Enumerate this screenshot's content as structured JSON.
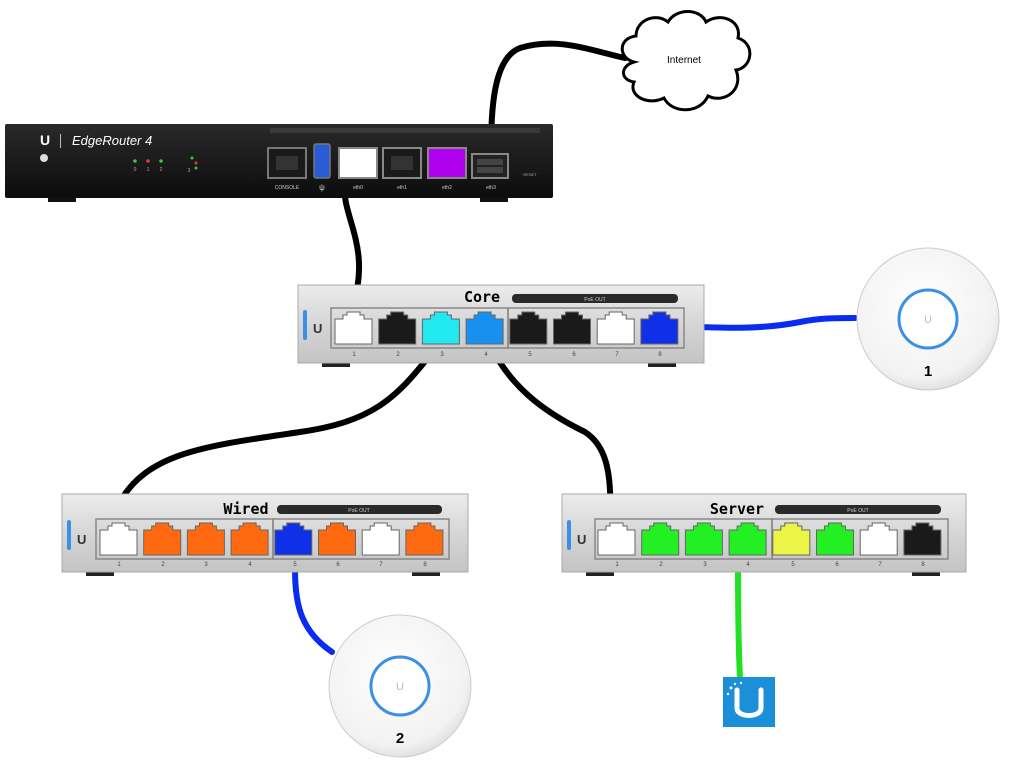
{
  "cloud": {
    "label": "Internet"
  },
  "router": {
    "brand": "EdgeRouter",
    "model_suffix": "4",
    "console_label": "CONSOLE",
    "ports": [
      "eth0",
      "eth1",
      "eth2",
      "eth3"
    ],
    "reset_label": "RESET",
    "led_labels": [
      "0",
      "1",
      "2",
      "3"
    ]
  },
  "switches": {
    "core": {
      "name": "Core",
      "poe_label": "PoE OUT",
      "port_numbers": [
        "1",
        "2",
        "3",
        "4",
        "5",
        "6",
        "7",
        "8"
      ]
    },
    "wired": {
      "name": "Wired",
      "poe_label": "PoE OUT",
      "port_numbers": [
        "1",
        "2",
        "3",
        "4",
        "5",
        "6",
        "7",
        "8"
      ]
    },
    "server": {
      "name": "Server",
      "poe_label": "PoE OUT",
      "port_numbers": [
        "1",
        "2",
        "3",
        "4",
        "5",
        "6",
        "7",
        "8"
      ]
    }
  },
  "access_points": {
    "ap1": {
      "label": "1"
    },
    "ap2": {
      "label": "2"
    }
  },
  "colors": {
    "cable_black": "#000000",
    "cable_blue": "#0a2cf0",
    "cable_green": "#22e022",
    "port_white": "#ffffff",
    "port_black": "#1a1a1a",
    "port_cyan": "#22e8ef",
    "port_blue": "#1890f0",
    "port_dark_blue": "#1030e8",
    "port_orange": "#ff6a10",
    "port_green": "#22f022",
    "port_yellow": "#ecf545",
    "port_purple": "#b000f0"
  }
}
